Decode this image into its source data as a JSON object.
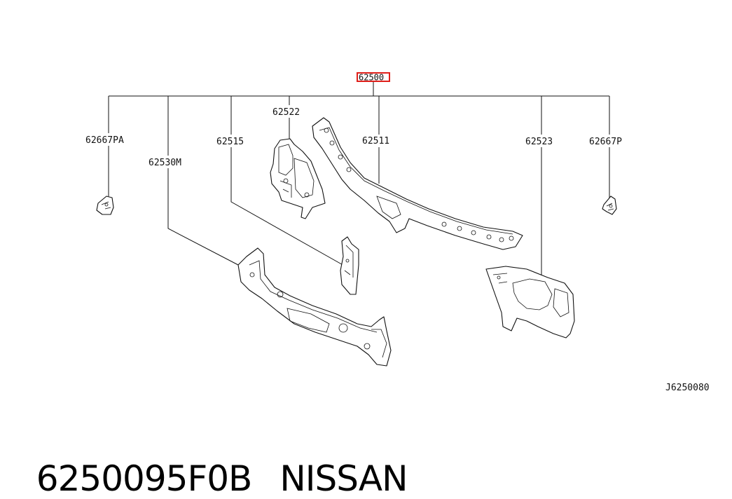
{
  "diagram": {
    "main_part": "62500",
    "main_part_highlight": "#e0201b",
    "labels": {
      "p62667PA": "62667PA",
      "p62530M": "62530M",
      "p62515": "62515",
      "p62522": "62522",
      "p62511": "62511",
      "p62523": "62523",
      "p62667P": "62667P"
    },
    "drawing_code": "J6250080"
  },
  "footer": {
    "part_number": "6250095F0B",
    "brand": "NISSAN"
  }
}
